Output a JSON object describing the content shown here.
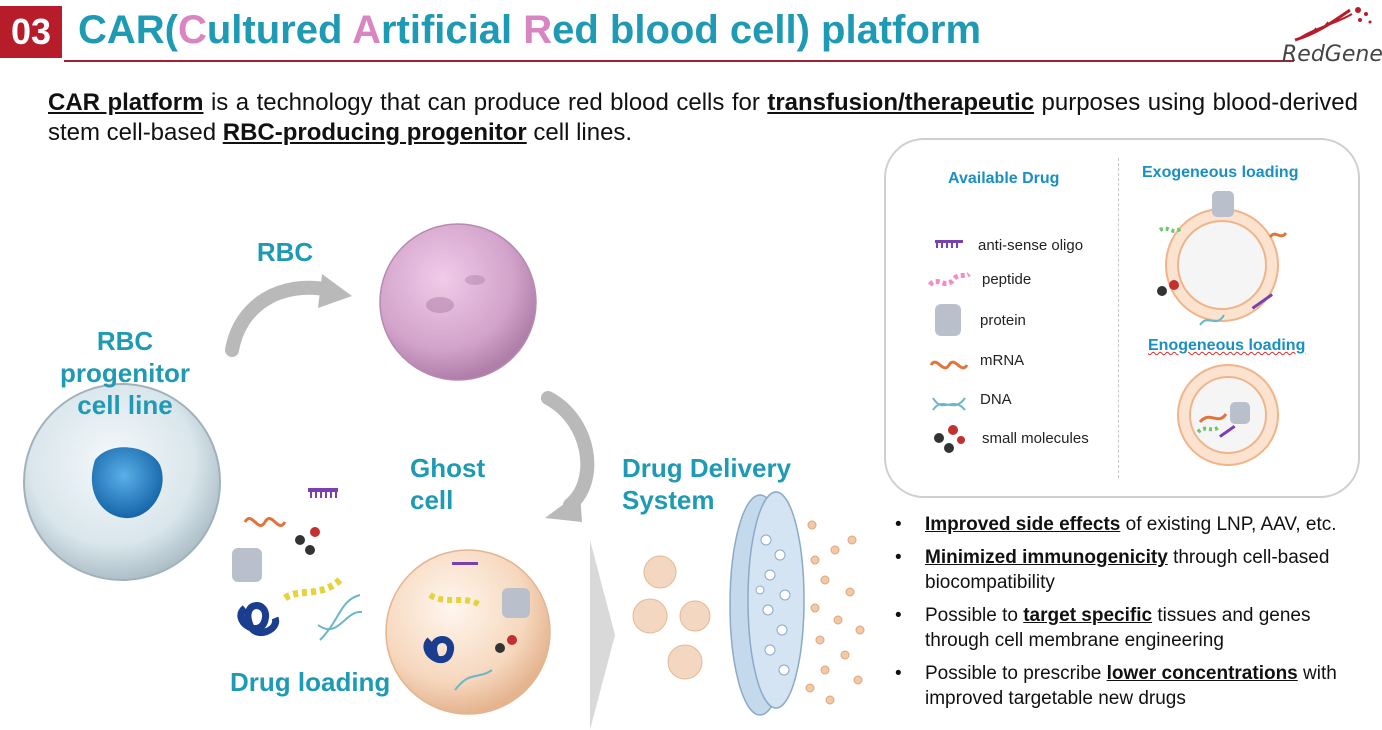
{
  "header": {
    "number": "03",
    "title_parts": [
      {
        "text": "CAR(",
        "hl": false
      },
      {
        "text": "C",
        "hl": true
      },
      {
        "text": "ultured ",
        "hl": false
      },
      {
        "text": "A",
        "hl": true
      },
      {
        "text": "rtificial ",
        "hl": false
      },
      {
        "text": "R",
        "hl": true
      },
      {
        "text": "ed blood cell) platform",
        "hl": false
      }
    ],
    "logo_text": "RedGene"
  },
  "intro": [
    {
      "t": "CAR platform",
      "b": true
    },
    {
      "t": " is a technology that can produce red blood cells for ",
      "b": false
    },
    {
      "t": "transfusion/therapeutic",
      "b": true
    },
    {
      "t": " purposes using blood-derived stem cell-based ",
      "b": false
    },
    {
      "t": "RBC-producing progenitor",
      "b": true
    },
    {
      "t": " cell lines.",
      "b": false
    }
  ],
  "diagram": {
    "progenitor_label": "RBC\nprogenitor\ncell line",
    "rbc_label": "RBC",
    "ghost_label": "Ghost\ncell",
    "drug_loading_label": "Drug loading",
    "dds_label": "Drug Delivery\nSystem"
  },
  "panel": {
    "available_title": "Available Drug",
    "exo_title": "Exogeneous loading",
    "endo_title": "Enogeneous loading",
    "drugs": [
      "anti-sense oligo",
      "peptide",
      "protein",
      "mRNA",
      "DNA",
      "small molecules"
    ]
  },
  "bullets": [
    [
      {
        "t": "Improved side effects",
        "b": true
      },
      {
        "t": " of existing LNP, AAV, etc.",
        "b": false
      }
    ],
    [
      {
        "t": "Minimized immunogenicity",
        "b": true
      },
      {
        "t": " through cell-based biocompatibility",
        "b": false
      }
    ],
    [
      {
        "t": "Possible to ",
        "b": false
      },
      {
        "t": "target specific",
        "b": true
      },
      {
        "t": " tissues and genes through cell membrane engineering",
        "b": false
      }
    ],
    [
      {
        "t": "Possible to prescribe ",
        "b": false
      },
      {
        "t": "lower concentrations",
        "b": true
      },
      {
        "t": " with improved targetable new drugs",
        "b": false
      }
    ]
  ],
  "colors": {
    "accent_red": "#b71c2b",
    "title_teal": "#1f9ab5",
    "highlight_pink": "#d985c2",
    "panel_blue": "#1a8fc2"
  }
}
